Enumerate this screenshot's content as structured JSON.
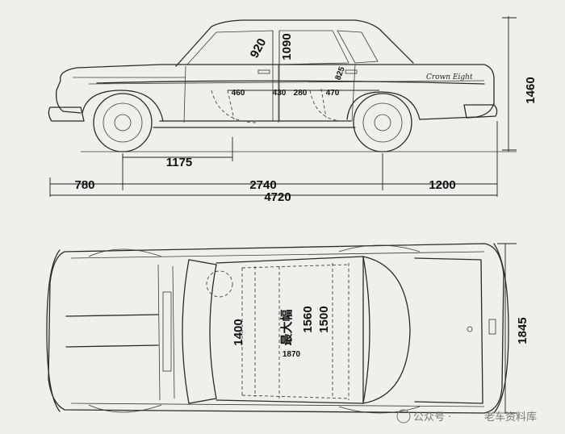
{
  "badge_script": "Crown Eight",
  "side_view": {
    "overall_length": "4720",
    "wheelbase": "2740",
    "front_overhang": "780",
    "rear_overhang": "1200",
    "front_axle_to_b_pillar": "1175",
    "height": "1460",
    "interior_headroom_front": "920",
    "interior_height": "1090",
    "interior_headroom_rear": "825",
    "seat_dim_1": "460",
    "seat_dim_2": "430",
    "seat_dim_3": "280",
    "seat_dim_4": "470"
  },
  "top_view": {
    "overall_width": "1845",
    "front_seat_width": "1400",
    "max_width_label": "最大幅",
    "max_width_value": "1870",
    "cabin_width": "1560",
    "rear_seat_width": "1500"
  },
  "watermark": {
    "prefix": "公众号 ·",
    "name": "老车资料库"
  }
}
